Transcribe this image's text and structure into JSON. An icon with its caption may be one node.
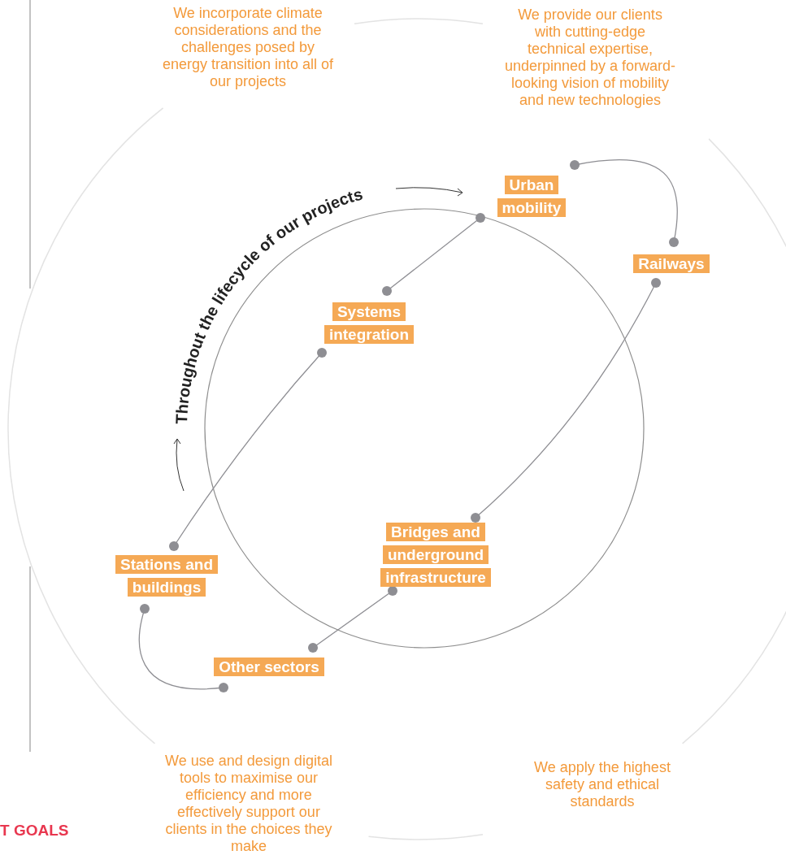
{
  "diagram": {
    "nodes": [
      {
        "text": [
          "Urban mobility"
        ]
      },
      {
        "text": [
          "Railways"
        ]
      },
      {
        "text": [
          "Systems integration"
        ]
      },
      {
        "text": [
          "Stations and buildings"
        ]
      },
      {
        "text": [
          "Bridges and underground infrastructure"
        ]
      },
      {
        "text": [
          "Other sectors"
        ]
      }
    ],
    "edges": [
      {
        "from": 0,
        "to": 2,
        "arrow": "other"
      },
      {
        "from": 2,
        "to": 3,
        "arrow": "other"
      },
      {
        "from": 3,
        "to": 5,
        "arrow": "other"
      },
      {
        "from": 5,
        "to": 4,
        "arrow": "other"
      },
      {
        "from": 4,
        "to": 1,
        "arrow": "other"
      },
      {
        "from": 1,
        "to": 0,
        "arrow": "other"
      }
    ],
    "labels": [
      "We incorporate climate considerations and the challenges posed by energy transition into all of our projects",
      "We provide our clients with cutting-edge technical expertise, underpinned by a forward-looking vision of mobility and new technologies",
      "Throughout the lifecycle of our projects",
      "We use and design digital tools to maximise our efficiency and more effectively support our clients in the choices they make",
      "We apply the highest safety and ethical standards",
      "T GOALS"
    ]
  }
}
